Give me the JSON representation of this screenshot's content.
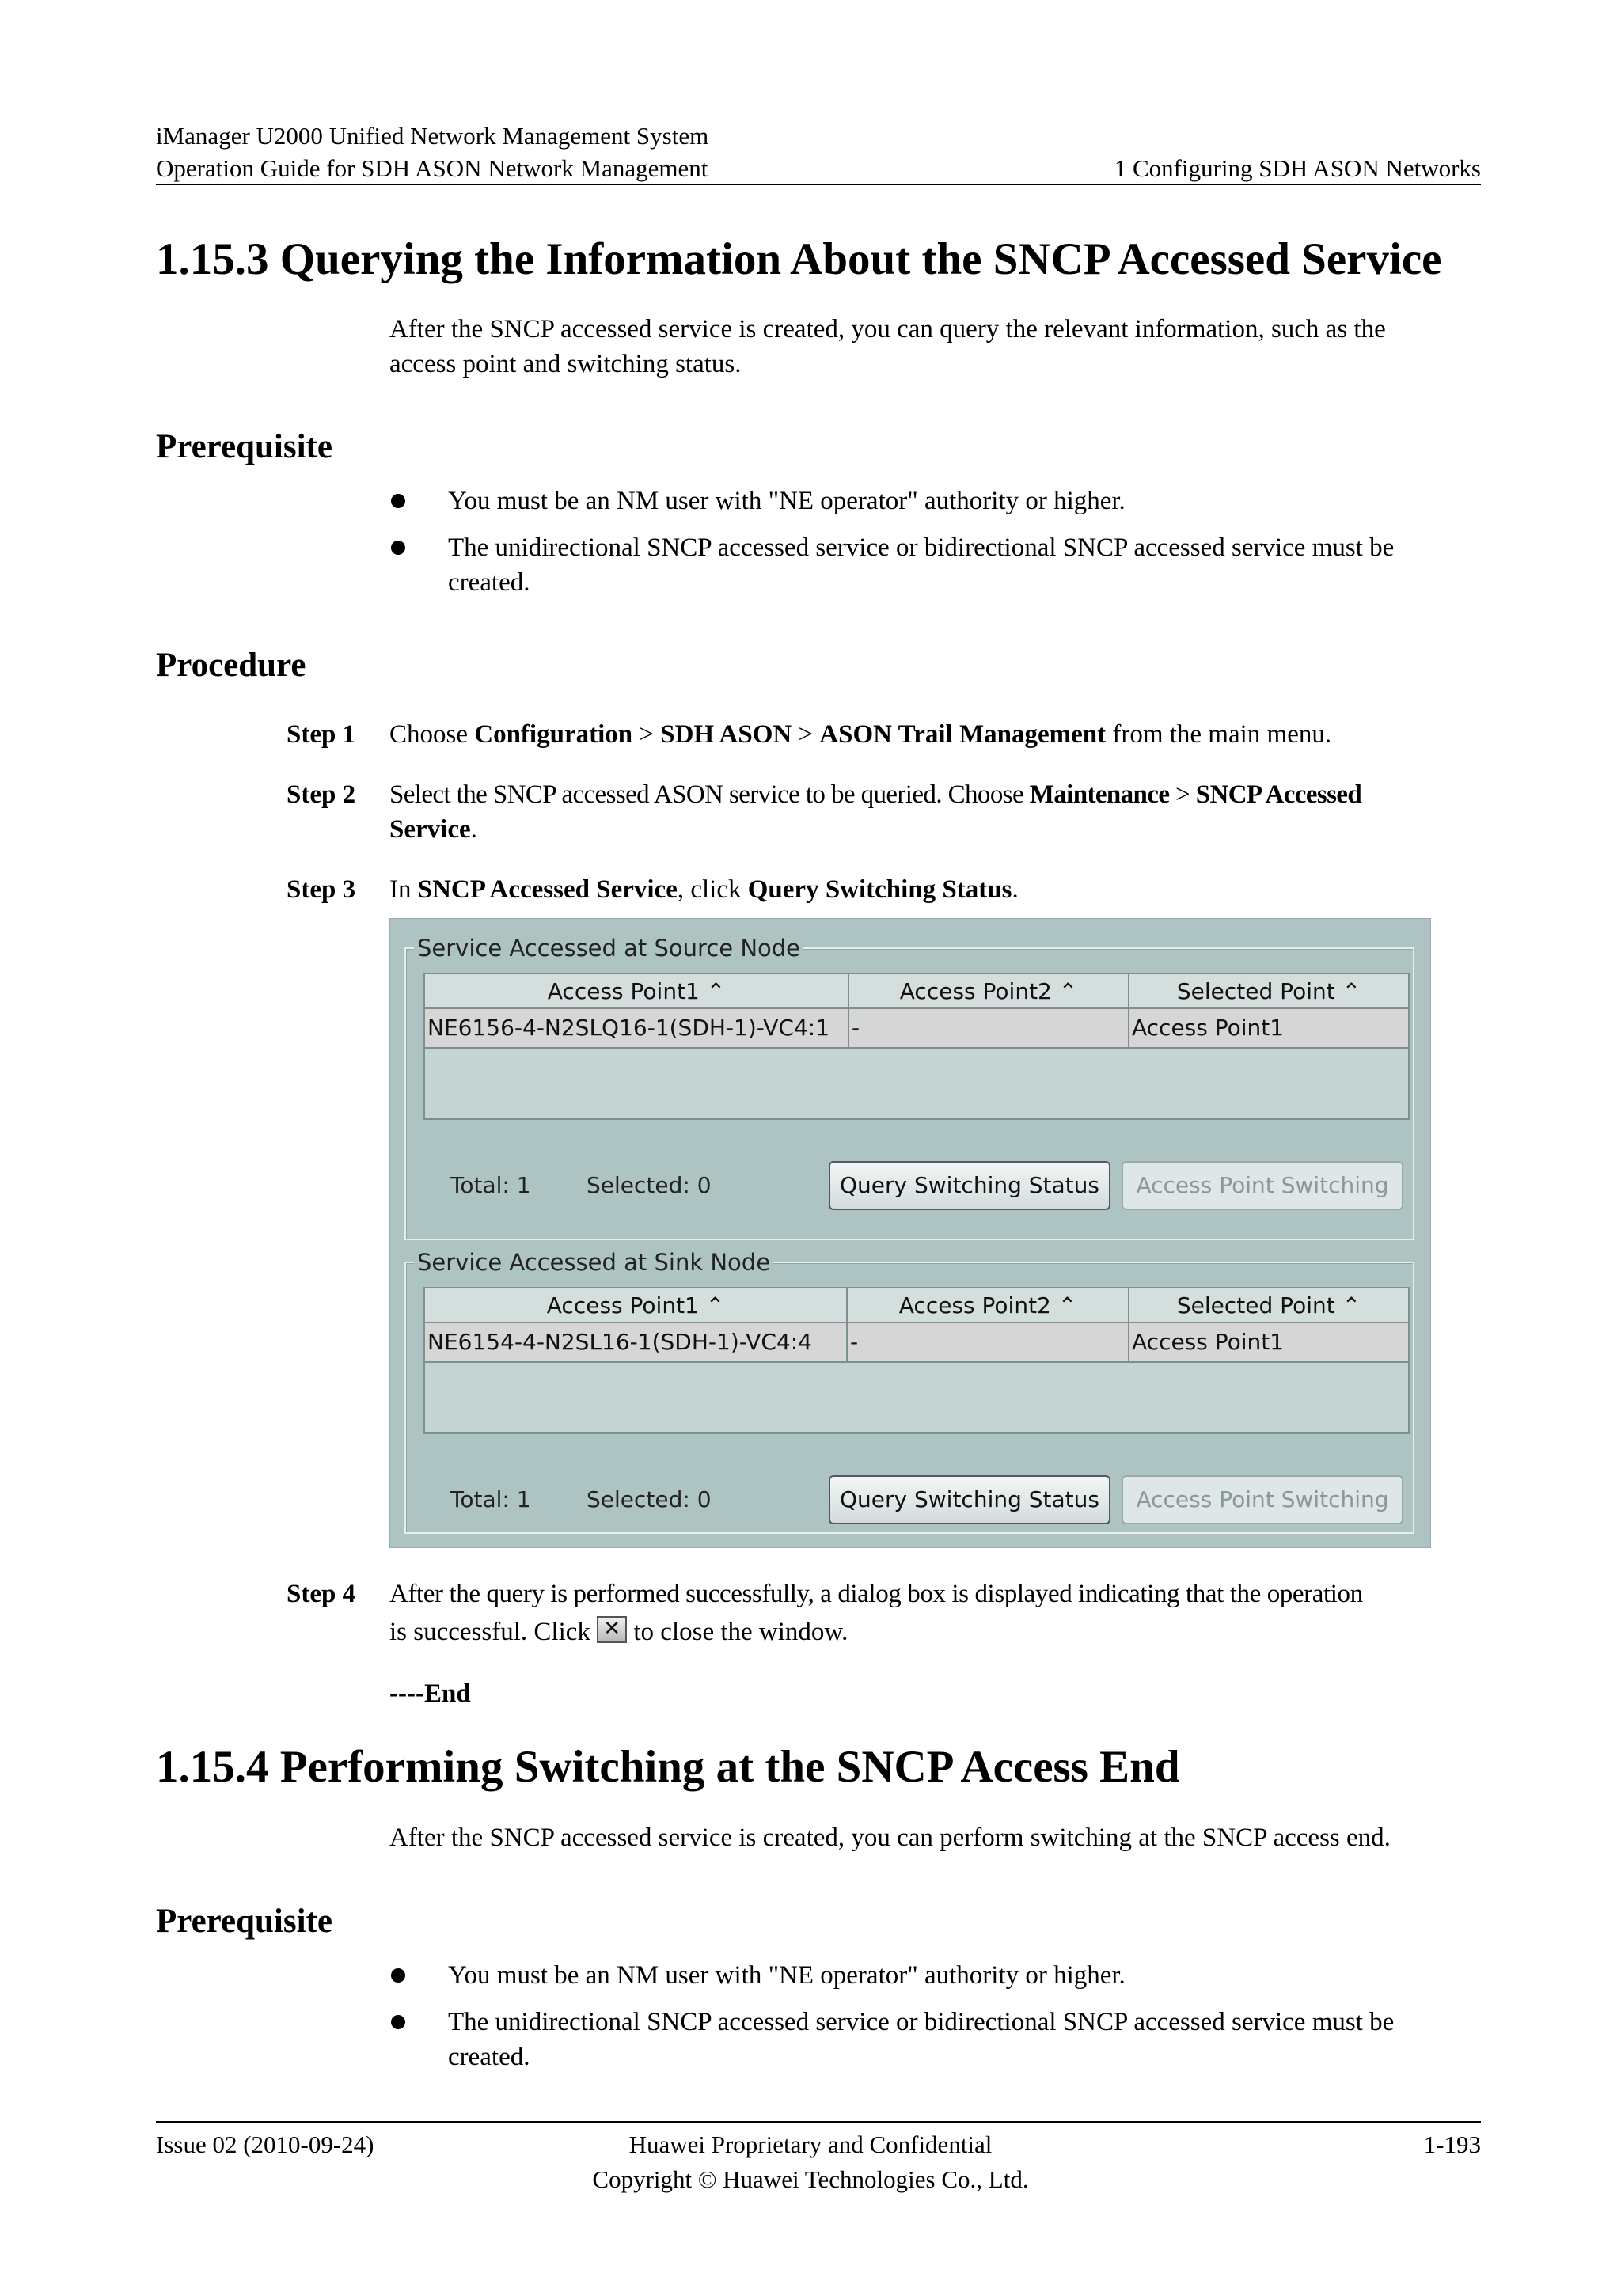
{
  "header": {
    "line1": "iManager U2000 Unified Network Management System",
    "line2": "Operation Guide for SDH ASON Network Management",
    "chapter": "1 Configuring SDH ASON Networks"
  },
  "section1": {
    "title": "1.15.3 Querying the Information About the SNCP Accessed Service",
    "intro_l1": "After the SNCP accessed service is created, you can query the relevant information, such as the",
    "intro_l2": "access point and switching status.",
    "prereq_heading": "Prerequisite",
    "prereq1": "You must be an NM user with \"NE operator\" authority or higher.",
    "prereq2_l1": "The unidirectional SNCP accessed service or bidirectional SNCP accessed service must be",
    "prereq2_l2": "created.",
    "procedure_heading": "Procedure",
    "step1": {
      "label": "Step 1",
      "t1": "Choose ",
      "b1": "Configuration",
      "t2": " > ",
      "b2": "SDH ASON",
      "t3": " > ",
      "b3": "ASON Trail Management",
      "t4": " from the main menu."
    },
    "step2": {
      "label": "Step 2",
      "t1": "Select the SNCP accessed ASON service to be queried. Choose ",
      "b1": "Maintenance",
      "t2": " > ",
      "b2": "SNCP Accessed",
      "b3": "Service",
      "t3": "."
    },
    "step3": {
      "label": "Step 3",
      "t1": "In ",
      "b1": "SNCP Accessed Service",
      "t2": ", click ",
      "b2": "Query Switching Status",
      "t3": "."
    },
    "step4": {
      "label": "Step 4",
      "l1": "After the query is performed successfully, a dialog box is displayed indicating that the operation",
      "l2a": "is successful. Click ",
      "l2b": " to close the window."
    },
    "end_mark": "----End"
  },
  "screenshot": {
    "close_glyph": "✕",
    "source": {
      "title": "Service Accessed at Source Node",
      "columns": [
        "Access Point1 ⌃",
        "Access Point2 ⌃",
        "Selected Point ⌃"
      ],
      "row": [
        "NE6156-4-N2SLQ16-1(SDH-1)-VC4:1",
        "-",
        "Access Point1"
      ],
      "total": "Total:  1",
      "selected": "Selected:  0",
      "query_button": "Query Switching Status",
      "switch_button": "Access Point Switching"
    },
    "sink": {
      "title": "Service Accessed at Sink Node",
      "columns": [
        "Access Point1 ⌃",
        "Access Point2 ⌃",
        "Selected Point ⌃"
      ],
      "row": [
        "NE6154-4-N2SL16-1(SDH-1)-VC4:4",
        "-",
        "Access Point1"
      ],
      "total": "Total:  1",
      "selected": "Selected:  0",
      "query_button": "Query Switching Status",
      "switch_button": "Access Point Switching"
    }
  },
  "section2": {
    "title": "1.15.4 Performing Switching at the SNCP Access End",
    "intro": "After the SNCP accessed service is created, you can perform switching at the SNCP access end.",
    "prereq_heading": "Prerequisite",
    "prereq1": "You must be an NM user with \"NE operator\" authority or higher.",
    "prereq2_l1": "The unidirectional SNCP accessed service or bidirectional SNCP accessed service must be",
    "prereq2_l2": "created."
  },
  "footer": {
    "issue": "Issue 02 (2010-09-24)",
    "center_l1": "Huawei Proprietary and Confidential",
    "center_l2": "Copyright © Huawei Technologies Co., Ltd.",
    "page": "1-193"
  }
}
